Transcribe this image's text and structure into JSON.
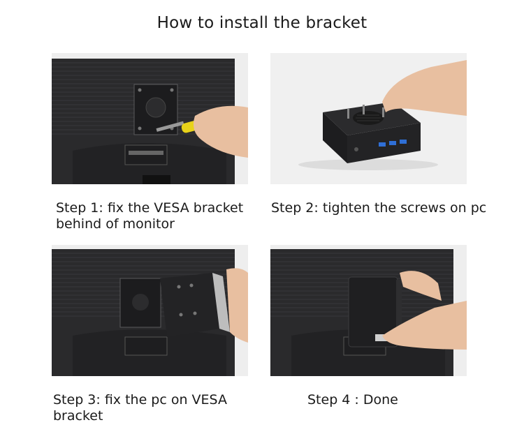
{
  "title": "How to install the bracket",
  "steps": [
    {
      "caption": "Step 1: fix the VESA bracket\n behind of monitor"
    },
    {
      "caption": "Step 2: tighten the screws on pc"
    },
    {
      "caption": "Step 3: fix the pc on VESA\nbracket"
    },
    {
      "caption": "Step 4 : Done"
    }
  ],
  "colors": {
    "monitor": "#2a2a2c",
    "monitor_line": "#3a3a3d",
    "bracket": "#1c1c1e",
    "pc_body": "#232325",
    "skin": "#e8bfa0",
    "screwdriver": "#e8d21a",
    "usb_blue": "#2f6fd6",
    "bg_light": "#f0f0f0"
  }
}
